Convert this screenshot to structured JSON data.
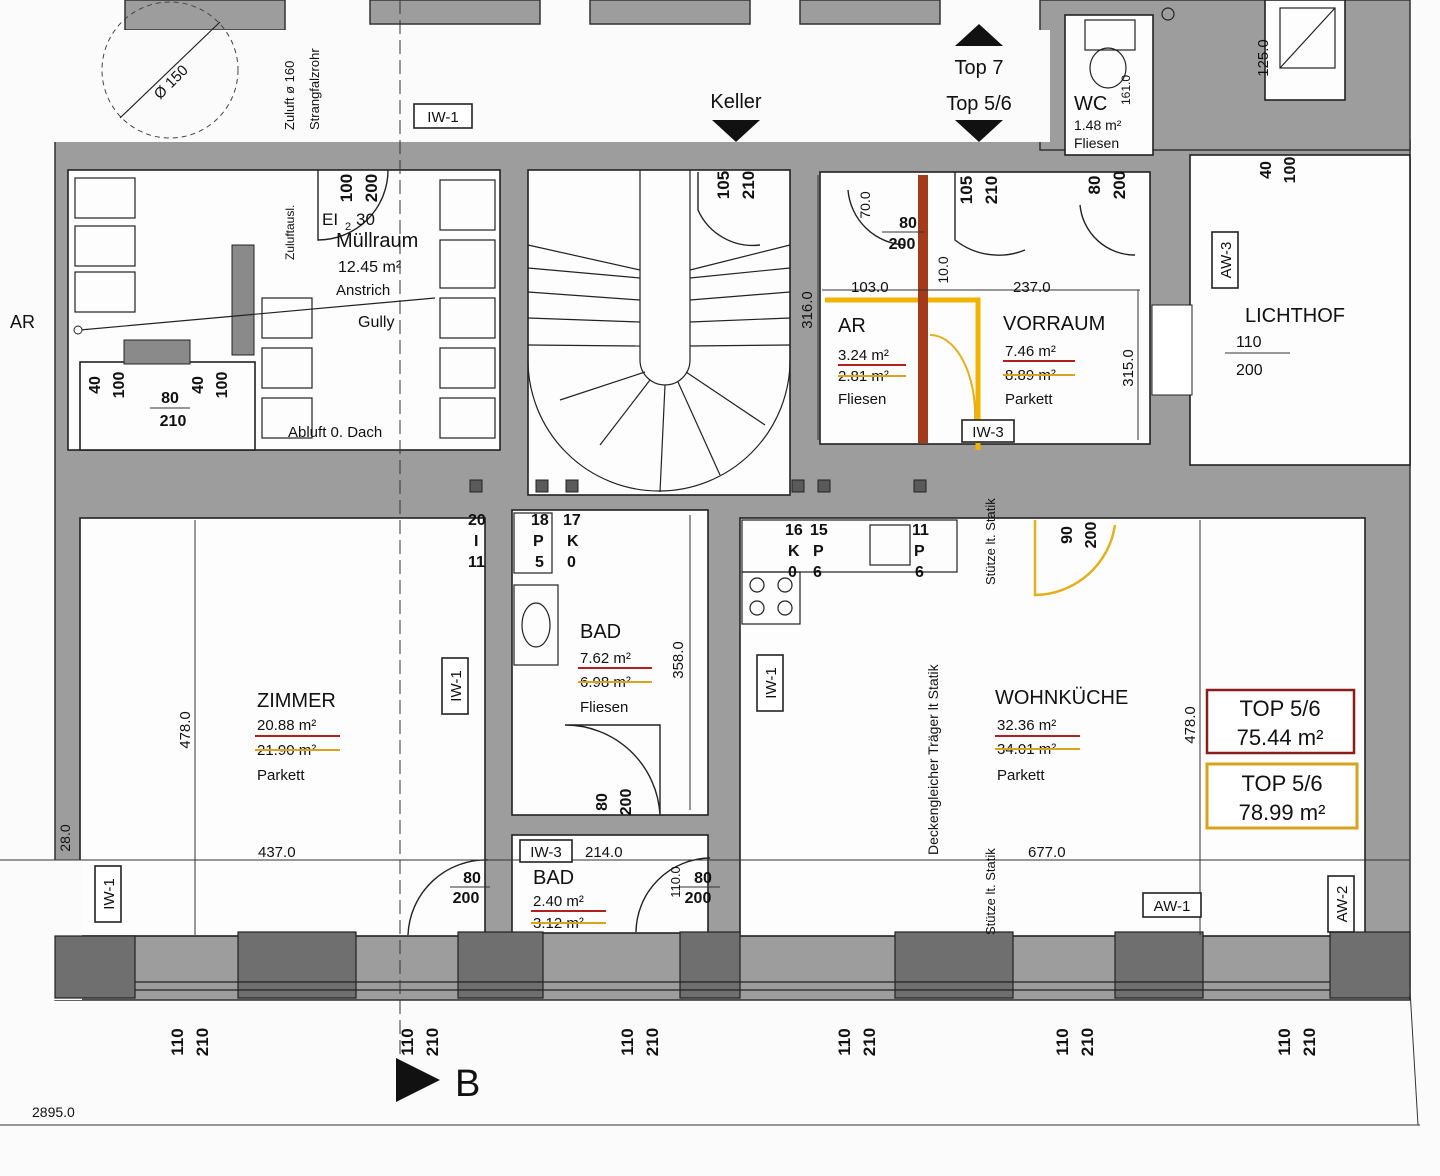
{
  "rooms": {
    "muellraum": {
      "name": "Müllraum",
      "ei": "EI",
      "ei_sub": "2",
      "ei_val": "30",
      "area": "12.45 m²",
      "finish": "Anstrich",
      "extra": "Gully",
      "vent": "Abluft 0. Dach"
    },
    "ar": {
      "name": "AR",
      "area_new": "3.24 m²",
      "area_old": "2.81 m²",
      "finish": "Fliesen"
    },
    "vorraum": {
      "name": "VORRAUM",
      "area_new": "7.46 m²",
      "area_old": "8.89 m²",
      "finish": "Parkett"
    },
    "wc": {
      "name": "WC",
      "area": "1.48 m²",
      "finish": "Fliesen"
    },
    "lichthof": {
      "name": "LICHTHOF",
      "w": "110",
      "h": "200"
    },
    "zimmer": {
      "name": "ZIMMER",
      "area_new": "20.88 m²",
      "area_old": "21.90 m²",
      "finish": "Parkett"
    },
    "bad1": {
      "name": "BAD",
      "area_new": "7.62 m²",
      "area_old": "6.98 m²",
      "finish": "Fliesen"
    },
    "bad2": {
      "name": "BAD",
      "area_new": "2.40 m²",
      "area_old": "3.12 m²"
    },
    "wohnkueche": {
      "name": "WOHNKÜCHE",
      "area_new": "32.36 m²",
      "area_old": "34.01 m²",
      "finish": "Parkett"
    }
  },
  "totals": [
    {
      "label": "TOP 5/6",
      "value": "75.44 m²",
      "color": "#8b1c1c"
    },
    {
      "label": "TOP 5/6",
      "value": "78.99 m²",
      "color": "#d9a31c"
    }
  ],
  "labels": {
    "keller": "Keller",
    "top7": "Top 7",
    "top56": "Top 5/6",
    "ar_left": "AR",
    "section_b": "B",
    "diameter": "Ø 150",
    "zuluft": "Zuluft ø 160",
    "strangfalz": "Strangfalzrohr",
    "zuluftausl": "Zuluftausl.",
    "traeger": "Deckengleicher Träger lt Statik",
    "stuetze_top": "Stütze lt. Statik",
    "stuetze_bottom": "Stütze lt. Statik",
    "overall": "2895.0"
  },
  "wall_tags": {
    "iw1_top": "IW-1",
    "iw1_zimmer": "IW-1",
    "iw1_left": "IW-1",
    "iw1_wohn": "IW-1",
    "iw3_ar": "IW-3",
    "iw3_bad": "IW-3",
    "aw1": "AW-1",
    "aw2": "AW-2",
    "aw3": "AW-3"
  },
  "dimensions": {
    "d437": "437.0",
    "d214": "214.0",
    "d677": "677.0",
    "d478a": "478.0",
    "d478b": "478.0",
    "d358": "358.0",
    "d316": "316.0",
    "d315": "315.0",
    "d103": "103.0",
    "d237": "237.0",
    "d125": "125.0",
    "d70": "70.0",
    "d10": "10.0",
    "d28": "28.0",
    "d110v": "110.0",
    "d161": "161.0"
  },
  "openings": [
    {
      "w": "100",
      "h": "200"
    },
    {
      "w": "105",
      "h": "210"
    },
    {
      "w": "105",
      "h": "210"
    },
    {
      "w": "80",
      "h": "200"
    },
    {
      "w": "40",
      "h": "100"
    },
    {
      "w": "40",
      "h": "100"
    },
    {
      "w": "40",
      "h": "100"
    },
    {
      "w": "80",
      "h": "210"
    },
    {
      "w": "90",
      "h": "200"
    },
    {
      "w": "80",
      "h": "200"
    },
    {
      "w": "80",
      "h": "200"
    },
    {
      "w": "80",
      "h": "200"
    },
    {
      "w": "80",
      "h": "200"
    }
  ],
  "windows": [
    "110",
    "210"
  ],
  "shafts": {
    "a_top": "20",
    "a_mid": "I",
    "a_bot": "11",
    "b1": "18",
    "b2": "P",
    "b3": "5",
    "c1": "17",
    "c2": "K",
    "c3": "0",
    "d1": "16",
    "d2": "K",
    "d3": "0",
    "e1": "15",
    "e2": "P",
    "e3": "6",
    "f1": "11",
    "f2": "P",
    "f3": "6"
  }
}
